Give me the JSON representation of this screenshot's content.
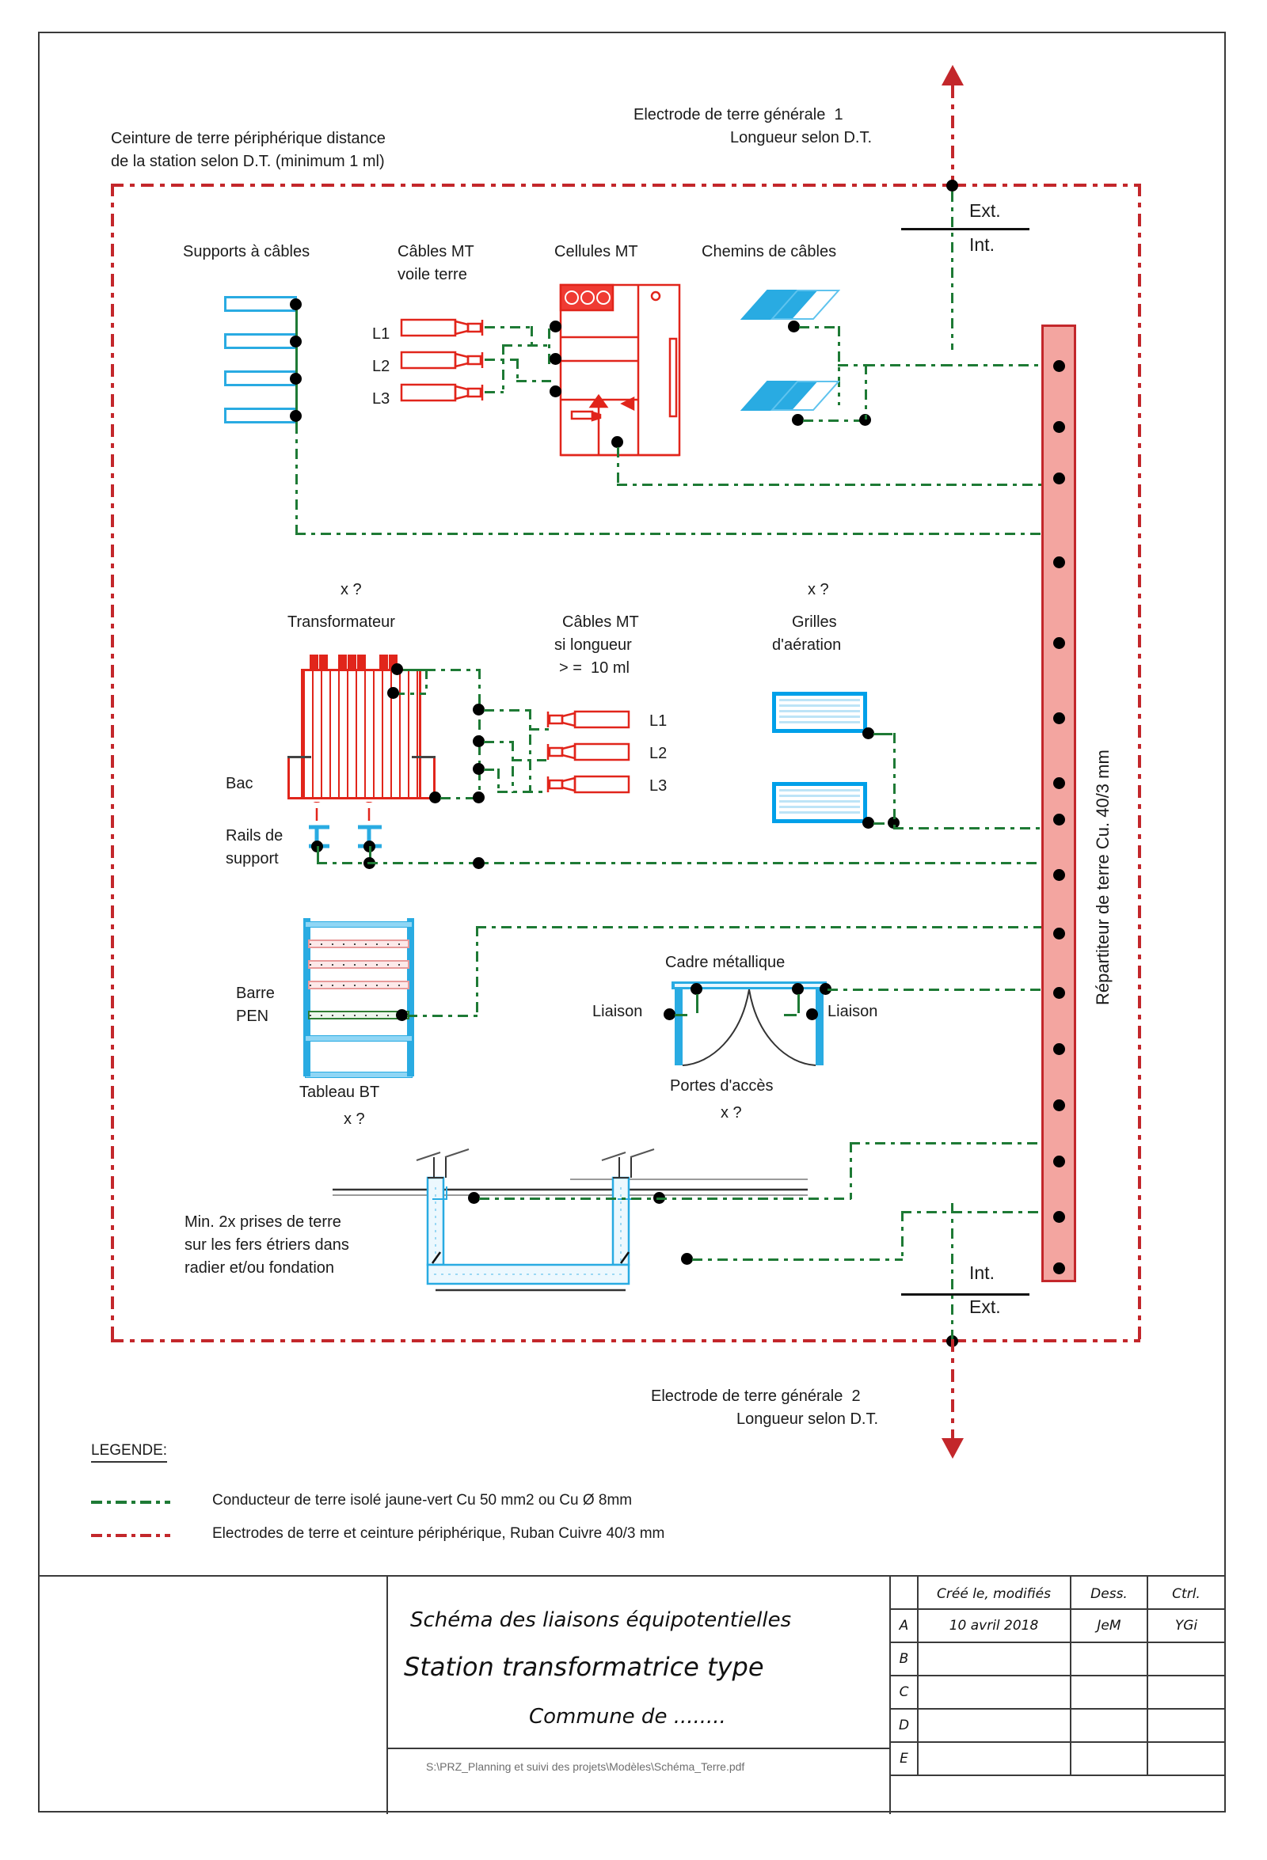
{
  "meta": {
    "doc_type": "electrical-earthing-schematic"
  },
  "annotations": {
    "perimeter_note_line1": "Ceinture de terre périphérique distance",
    "perimeter_note_line2": "de la station selon D.T. (minimum 1 ml)",
    "electrode_top_line1": "Electrode de terre générale  1",
    "electrode_top_line2": "Longueur selon D.T.",
    "electrode_bottom_line1": "Electrode de terre générale  2",
    "electrode_bottom_line2": "Longueur selon D.T.",
    "ext_top": "Ext.",
    "int_top": "Int.",
    "int_bottom": "Int.",
    "ext_bottom": "Ext.",
    "earth_bar_label": "Répartiteur de terre   Cu. 40/3 mm"
  },
  "components": {
    "cable_supports": "Supports à câbles",
    "mt_cables_top_line1": "Câbles MT",
    "mt_cables_top_line2": "voile terre",
    "mt_cells": "Cellules MT",
    "cable_trays": "Chemins de câbles",
    "transformer_count": "x ?",
    "transformer": "Transformateur",
    "mt_cables_mid_line1": "Câbles MT",
    "mt_cables_mid_line2": "si longueur",
    "mt_cables_mid_line3": "> =  10 ml",
    "grilles_count": "x ?",
    "grilles_line1": "Grilles",
    "grilles_line2": "d'aération",
    "bac": "Bac",
    "rails_line1": "Rails de",
    "rails_line2": "support",
    "barre_pen_line1": "Barre",
    "barre_pen_line2": "PEN",
    "tableau_bt": "Tableau BT",
    "tableau_bt_count": "x ?",
    "cadre_metallique": "Cadre métallique",
    "liaison_left": "Liaison",
    "liaison_right": "Liaison",
    "portes_acces": "Portes d'accès",
    "portes_count": "x ?",
    "foundation_note_line1": "Min. 2x prises de terre",
    "foundation_note_line2": "sur les fers étriers dans",
    "foundation_note_line3": "radier et/ou fondation"
  },
  "phases": {
    "top": [
      "L1",
      "L2",
      "L3"
    ],
    "middle": [
      "L1",
      "L2",
      "L3"
    ]
  },
  "legend": {
    "title": "LEGENDE:",
    "rows": [
      {
        "color": "#1e7a35",
        "text": "Conducteur de terre isolé jaune-vert Cu 50 mm2 ou Cu Ø 8mm"
      },
      {
        "color": "#c3272b",
        "text": "Electrodes de terre et ceinture périphérique, Ruban Cuivre 40/3 mm"
      }
    ]
  },
  "titleblock": {
    "main_line1": "Schéma des liaisons équipotentielles",
    "main_line2": "Station transformatrice type",
    "main_line3": "Commune de ........",
    "file_path": "S:\\PRZ_Planning et suivi des projets\\Modèles\\Schéma_Terre.pdf",
    "table": {
      "headers": [
        "",
        "Créé le, modifiés",
        "Dess.",
        "Ctrl."
      ],
      "rows": [
        {
          "rev": "A",
          "date": "10 avril 2018",
          "dess": "JeM",
          "ctrl": "YGi"
        },
        {
          "rev": "B",
          "date": "",
          "dess": "",
          "ctrl": ""
        },
        {
          "rev": "C",
          "date": "",
          "dess": "",
          "ctrl": ""
        },
        {
          "rev": "D",
          "date": "",
          "dess": "",
          "ctrl": ""
        },
        {
          "rev": "E",
          "date": "",
          "dess": "",
          "ctrl": ""
        }
      ]
    }
  },
  "colors": {
    "earth_conductor_green": "#1e7a35",
    "electrode_red": "#c3272b",
    "equipment_blue": "#29abe2",
    "transformer_red": "#e1251b",
    "earth_bar_fill": "#f3a5a0"
  }
}
